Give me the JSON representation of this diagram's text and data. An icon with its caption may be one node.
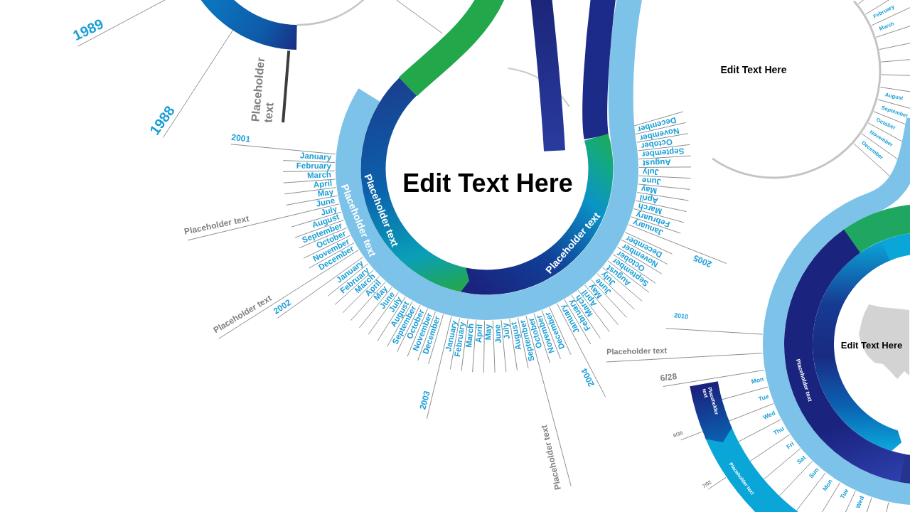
{
  "diagram": {
    "nodes": [
      {
        "text": [
          "Edit Text Here"
        ]
      },
      {
        "text": [
          "Placeholder text"
        ]
      },
      {
        "text": [
          "Placeholder text"
        ]
      },
      {
        "text": [
          "Placeholder text"
        ]
      },
      {
        "text": [
          "Edit Text Here"
        ]
      },
      {
        "text": [
          "Edit Text Here"
        ]
      },
      {
        "text": [
          "Placeholder text"
        ]
      },
      {
        "text": [
          "Placeholder text"
        ]
      },
      {
        "text": [
          "Placeholder text"
        ]
      }
    ],
    "labels": [
      "1989",
      "1988",
      "Placeholder text",
      "2001",
      "January",
      "February",
      "March",
      "April",
      "May",
      "June",
      "July",
      "August",
      "September",
      "October",
      "November",
      "December",
      "2002",
      "January",
      "February",
      "March",
      "April",
      "May",
      "June",
      "July",
      "August",
      "September",
      "October",
      "November",
      "December",
      "2003",
      "January",
      "February",
      "March",
      "April",
      "May",
      "June",
      "July",
      "August",
      "September",
      "October",
      "November",
      "December",
      "2004",
      "January",
      "February",
      "March",
      "April",
      "May",
      "June",
      "July",
      "August",
      "September",
      "October",
      "November",
      "December",
      "2005",
      "January",
      "February",
      "March",
      "April",
      "May",
      "June",
      "July",
      "August",
      "September",
      "October",
      "November",
      "December",
      "Placeholder text",
      "Placeholder text",
      "Placeholder text",
      "February",
      "March",
      "August",
      "September",
      "October",
      "November",
      "December",
      "2010",
      "Placeholder text",
      "6/28",
      "Mon",
      "Tue",
      "Wed",
      "Thu",
      "Fri",
      "Sat",
      "Sun",
      "Mon",
      "Tue",
      "Wed",
      "6/30",
      "7/02"
    ]
  }
}
